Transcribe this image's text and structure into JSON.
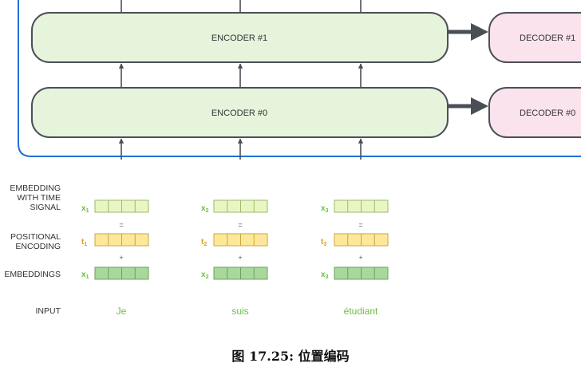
{
  "encoders": [
    {
      "label": "ENCODER #1"
    },
    {
      "label": "ENCODER #0"
    }
  ],
  "decoders": [
    {
      "label": "DECODER #1"
    },
    {
      "label": "DECODER #0"
    }
  ],
  "row_labels": {
    "embedding_with_time_signal": [
      "EMBEDDING",
      "WITH TIME",
      "SIGNAL"
    ],
    "positional_encoding": [
      "POSITIONAL",
      "ENCODING"
    ],
    "embeddings": "EMBEDDINGS",
    "input": "INPUT"
  },
  "tokens": [
    {
      "x_label_main": "x",
      "x_label_sub": "1",
      "t_label_main": "t",
      "t_label_sub": "1",
      "word": "Je"
    },
    {
      "x_label_main": "x",
      "x_label_sub": "2",
      "t_label_main": "t",
      "t_label_sub": "2",
      "word": "suis"
    },
    {
      "x_label_main": "x",
      "x_label_sub": "3",
      "t_label_main": "t",
      "t_label_sub": "3",
      "word": "étudiant"
    }
  ],
  "operators": {
    "equals": "=",
    "plus": "+"
  },
  "caption": "图 17.25: 位置编码",
  "colors": {
    "encoder_fill": "#e6f4dc",
    "decoder_fill": "#fbe3ee",
    "box_stroke": "#4a4f57",
    "container_stroke": "#1e6fd9",
    "time_signal_fill": "#e9f6c4",
    "positional_fill": "#fde89a",
    "embedding_fill": "#a9d99a",
    "green_text": "#6dbd45",
    "orange_text": "#d7a21b",
    "label_text": "#333333"
  }
}
